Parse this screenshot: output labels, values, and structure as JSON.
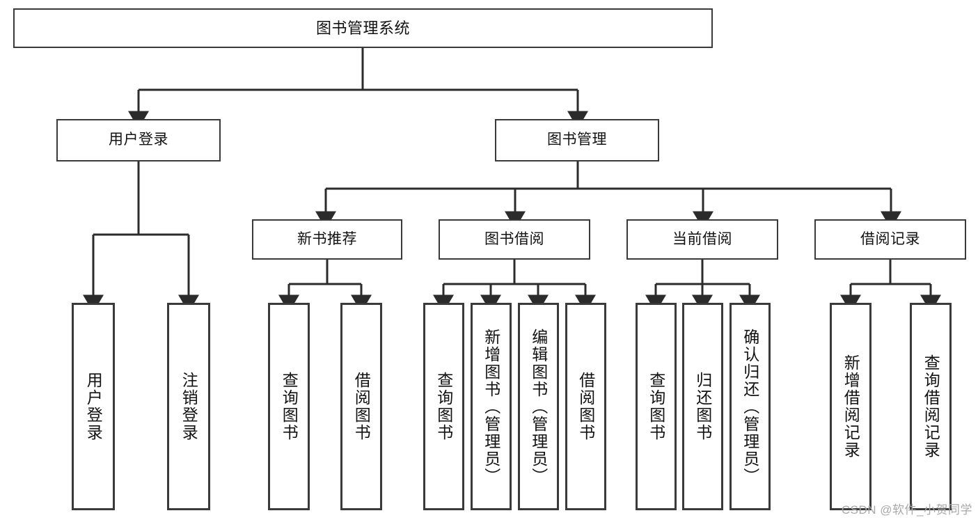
{
  "diagram": {
    "title": "图书管理系统",
    "type": "tree",
    "root": {
      "label": "图书管理系统"
    },
    "level2": [
      {
        "label": "用户登录"
      },
      {
        "label": "图书管理"
      }
    ],
    "level3": [
      {
        "label": "新书推荐"
      },
      {
        "label": "图书借阅"
      },
      {
        "label": "当前借阅"
      },
      {
        "label": "借阅记录"
      }
    ],
    "leaves": {
      "user_login": [
        {
          "label": "用户登录"
        },
        {
          "label": "注销登录"
        }
      ],
      "new_book_recommend": [
        {
          "label": "查询图书"
        },
        {
          "label": "借阅图书"
        }
      ],
      "book_borrow": [
        {
          "label": "查询图书"
        },
        {
          "label": "新增图书（管理员）"
        },
        {
          "label": "编辑图书（管理员）"
        },
        {
          "label": "借阅图书"
        }
      ],
      "current_borrow": [
        {
          "label": "查询图书"
        },
        {
          "label": "归还图书"
        },
        {
          "label": "确认归还（管理员）"
        }
      ],
      "borrow_record": [
        {
          "label": "新增借阅记录"
        },
        {
          "label": "查询借阅记录"
        }
      ]
    },
    "watermark": "CSDN @软件_小贺同学",
    "colors": {
      "border": "#3a3a3a",
      "background": "#ffffff",
      "text": "#121212",
      "connector": "#2b2b2b",
      "watermark": "#a8a8a8"
    }
  }
}
